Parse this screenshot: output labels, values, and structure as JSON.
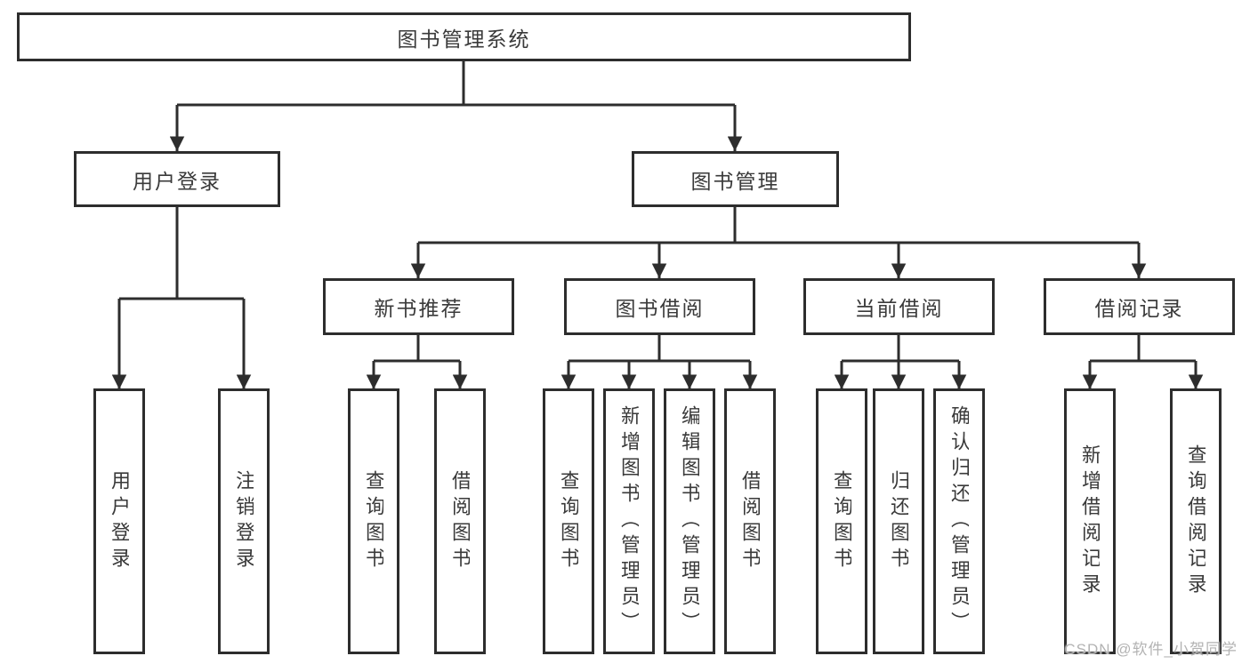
{
  "diagram_type": "hierarchy-tree",
  "colors": {
    "line": "#2d2d2d",
    "box_border": "#2d2d2d",
    "text": "#3a3a3a",
    "background": "#ffffff",
    "watermark": "#b3b3b3"
  },
  "watermark": {
    "text": "CSDN @软件_小贺同学"
  },
  "tree": {
    "label": "图书管理系统",
    "children": [
      {
        "label": "用户登录",
        "children": [
          {
            "label": "用户登录"
          },
          {
            "label": "注销登录"
          }
        ]
      },
      {
        "label": "图书管理",
        "children": [
          {
            "label": "新书推荐",
            "children": [
              {
                "label": "查询图书"
              },
              {
                "label": "借阅图书"
              }
            ]
          },
          {
            "label": "图书借阅",
            "children": [
              {
                "label": "查询图书"
              },
              {
                "label": "新增图书（管理员）"
              },
              {
                "label": "编辑图书（管理员）"
              },
              {
                "label": "借阅图书"
              }
            ]
          },
          {
            "label": "当前借阅",
            "children": [
              {
                "label": "查询图书"
              },
              {
                "label": "归还图书"
              },
              {
                "label": "确认归还（管理员）"
              }
            ]
          },
          {
            "label": "借阅记录",
            "children": [
              {
                "label": "新增借阅记录"
              },
              {
                "label": "查询借阅记录"
              }
            ]
          }
        ]
      }
    ]
  }
}
